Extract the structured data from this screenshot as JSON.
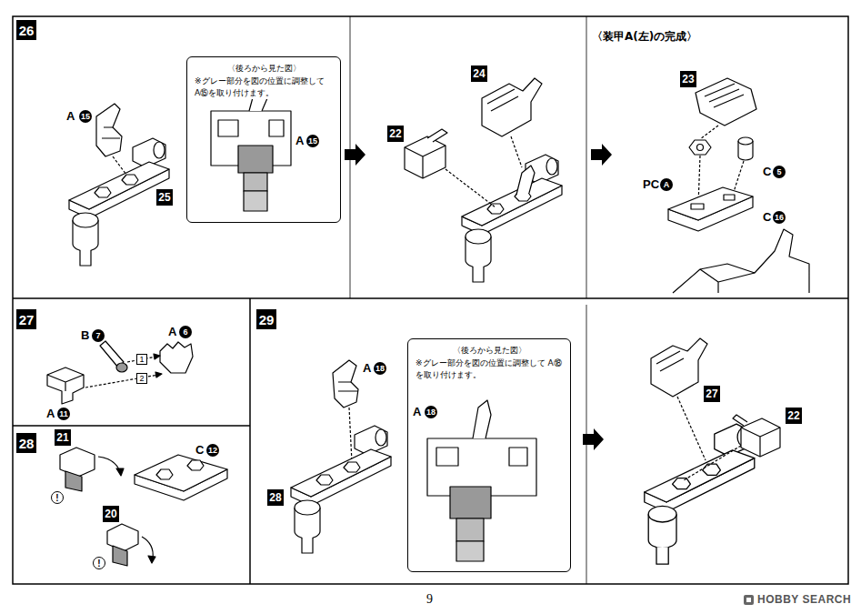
{
  "diagram": {
    "nodes": [
      {
        "text": [
          "〈後ろから見た図〉",
          "※グレー部分を図の位置に調整して A⑮を取り付けます。"
        ]
      },
      {
        "text": [
          "〈後ろから見た図〉",
          "※グレー部分を図の位置に調整して A⑱を取り付けます。"
        ]
      }
    ],
    "labels": [
      "26",
      "A",
      "15",
      "25",
      "A",
      "15",
      "24",
      "22",
      "〈装甲A(左)の完成〉",
      "23",
      "PC",
      "A",
      "C",
      "5",
      "C",
      "16",
      "27",
      "B",
      "7",
      "A",
      "6",
      "A",
      "11",
      "1",
      "2",
      "28",
      "21",
      "!",
      "C",
      "12",
      "20",
      "!",
      "29",
      "A",
      "18",
      "28",
      "A",
      "18",
      "27",
      "22",
      "9",
      "HOBBY SEARCH"
    ]
  }
}
